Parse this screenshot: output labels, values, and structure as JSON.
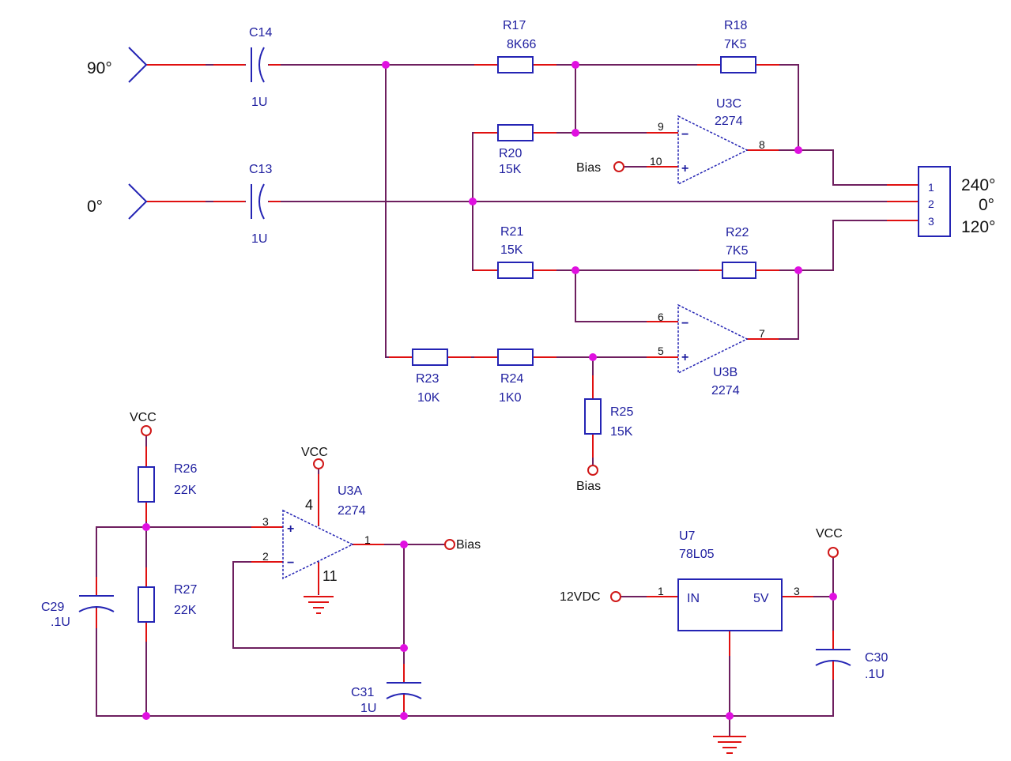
{
  "inputs": {
    "in_90": "90°",
    "in_0": "0°"
  },
  "outputs": {
    "out_240": "240°",
    "out_0": "0°",
    "out_120": "120°"
  },
  "connector": {
    "pins": [
      "1",
      "2",
      "3"
    ]
  },
  "components": {
    "C14": {
      "ref": "C14",
      "value": "1U"
    },
    "C13": {
      "ref": "C13",
      "value": "1U"
    },
    "R17": {
      "ref": "R17",
      "value": "8K66"
    },
    "R18": {
      "ref": "R18",
      "value": "7K5"
    },
    "R20": {
      "ref": "R20",
      "value": "15K"
    },
    "R21": {
      "ref": "R21",
      "value": "15K"
    },
    "R22": {
      "ref": "R22",
      "value": "7K5"
    },
    "R23": {
      "ref": "R23",
      "value": "10K"
    },
    "R24": {
      "ref": "R24",
      "value": "1K0"
    },
    "R25": {
      "ref": "R25",
      "value": "15K"
    },
    "R26": {
      "ref": "R26",
      "value": "22K"
    },
    "R27": {
      "ref": "R27",
      "value": "22K"
    },
    "C29": {
      "ref": "C29",
      "value": ".1U"
    },
    "C30": {
      "ref": "C30",
      "value": ".1U"
    },
    "C31": {
      "ref": "C31",
      "value": "1U"
    },
    "U3C": {
      "ref": "U3C",
      "value": "2274",
      "pin_minus": "9",
      "pin_plus": "10",
      "pin_out": "8"
    },
    "U3B": {
      "ref": "U3B",
      "value": "2274",
      "pin_minus": "6",
      "pin_plus": "5",
      "pin_out": "7"
    },
    "U3A": {
      "ref": "U3A",
      "value": "2274",
      "pin_plus": "3",
      "pin_minus": "2",
      "pin_out": "1",
      "pin_vcc": "4",
      "pin_gnd": "11"
    },
    "U7": {
      "ref": "U7",
      "value": "78L05",
      "pin_in": "1",
      "pin_out": "3",
      "in_label": "IN",
      "out_label": "5V"
    }
  },
  "nets": {
    "bias": "Bias",
    "vcc": "VCC",
    "vin": "12VDC"
  },
  "symbols": {
    "minus": "−",
    "plus": "+"
  }
}
